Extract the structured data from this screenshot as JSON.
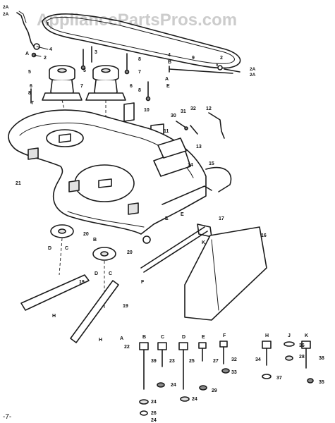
{
  "watermark": "AppliancePartsPros.com",
  "page_number": "-7-",
  "labels": {
    "l2a_a": "2A",
    "l2a_b": "2A",
    "l1": "1",
    "l4a": "4",
    "lA1": "A",
    "l2": "2",
    "l3": "3",
    "l8a": "8",
    "l5a": "5",
    "l5b": "5",
    "l7a": "7",
    "l7b": "7",
    "l7c": "7",
    "l8b": "8",
    "l8c": "8",
    "l6a": "6",
    "l6b": "6",
    "l4b": "4",
    "lB1": "B",
    "l9": "9",
    "l2b": "2",
    "lx": "x",
    "l2a_c": "2A",
    "l2a_d": "2A",
    "lA2": "A",
    "lE1": "E",
    "l10": "10",
    "l11": "11",
    "l30": "30",
    "l31": "31",
    "l32": "32",
    "l12": "12",
    "l13": "13",
    "l14": "14",
    "l15": "15",
    "l21": "21",
    "lE2": "E",
    "lE3": "E",
    "lK1": "K",
    "l17": "17",
    "l16": "16",
    "l20a": "20",
    "l20b": "20",
    "lD1": "D",
    "lC1": "C",
    "lB2": "B",
    "lD2": "D",
    "lC2": "C",
    "lF1": "F",
    "l19a": "19",
    "l19b": "19",
    "lH1": "H",
    "lH2": "H",
    "hA": "A",
    "hB": "B",
    "hC": "C",
    "hD": "D",
    "hE": "E",
    "hF": "F",
    "hH": "H",
    "hJ": "J",
    "hK": "K",
    "p22": "22",
    "p39": "39",
    "p23": "23",
    "p25": "25",
    "p27": "27",
    "p32": "32",
    "p34": "34",
    "p28": "28",
    "p33": "33",
    "p36": "36",
    "p29": "29",
    "p38": "38",
    "p37": "37",
    "p35": "35",
    "p24a": "24",
    "p24b": "24",
    "p24c": "24",
    "p26": "26",
    "p24d": "24"
  }
}
